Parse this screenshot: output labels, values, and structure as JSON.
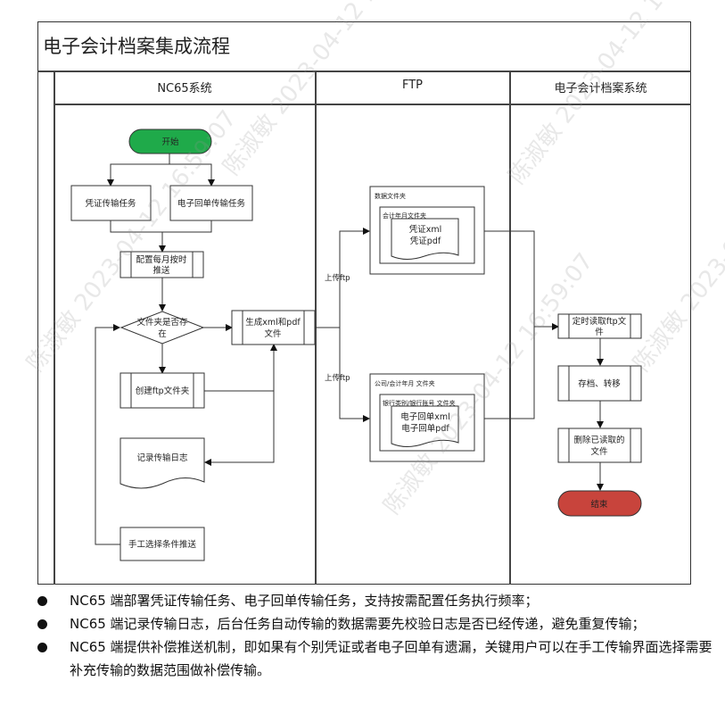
{
  "title": "电子会计档案集成流程",
  "lanes": [
    {
      "label": "NC65系统"
    },
    {
      "label": "FTP"
    },
    {
      "label": "电子会计档案系统"
    }
  ],
  "nodes": {
    "start": "开始",
    "voucher_task": "凭证传输任务",
    "receipt_task": "电子回单传输任务",
    "config_line1": "配置每月按时",
    "config_line2": "推送",
    "decision_line1": "文件夹是否存",
    "decision_line2": "在",
    "generate_line1": "生成xml和pdf",
    "generate_line2": "文件",
    "create_folder": "创建ftp文件夹",
    "log": "记录传输日志",
    "manual": "手工选择条件推送",
    "read_line1": "定时读取ftp文",
    "read_line2": "件",
    "archive": "存档、转移",
    "delete_line1": "删除已读取的",
    "delete_line2": "文件",
    "end": "结束"
  },
  "ftp": {
    "upload_label_1": "上传ftp",
    "upload_label_2": "上传ftp",
    "folder1_outer": "数据文件夹",
    "folder1_inner": "会计年月文件夹",
    "folder1_file1": "凭证xml",
    "folder1_file2": "凭证pdf",
    "folder2_outer": "公司/会计年月 文件夹",
    "folder2_inner": "银行类别/银行账号 文件夹",
    "folder2_file1": "电子回单xml",
    "folder2_file2": "电子回单pdf"
  },
  "colors": {
    "start_fill": "#1faa4a",
    "end_fill": "#c8443c"
  },
  "bullets": [
    "NC65 端部署凭证传输任务、电子回单传输任务，支持按需配置任务执行频率；",
    "NC65 端记录传输日志，后台任务自动传输的数据需要先校验日志是否已经传递，避免重复传输；",
    "NC65 端提供补偿推送机制，即如果有个别凭证或者电子回单有遗漏，关键用户可以在手工传输界面选择需要补充传输的数据范围做补偿传输。"
  ],
  "watermark": "陈淑敏 2023-04-12 16:59:07"
}
